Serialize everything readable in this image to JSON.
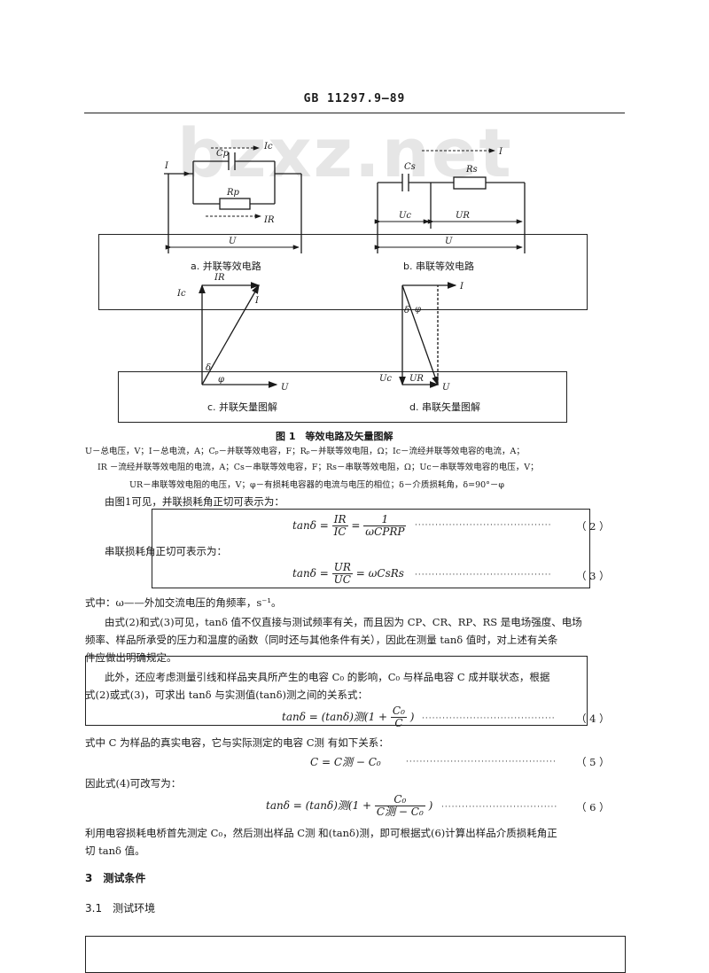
{
  "header": {
    "standard_code": "GB 11297.9—89"
  },
  "watermark": {
    "text": "bzxz.net"
  },
  "figure": {
    "labels": {
      "I": "I",
      "Ic": "Ic",
      "Cp": "Cp",
      "Rp": "Rp",
      "IR": "IR",
      "U": "U",
      "Cs": "Cs",
      "Rs": "Rs",
      "Uc": "Uc",
      "UR": "UR",
      "phi": "φ",
      "delta": "δ"
    },
    "sub_captions": {
      "a": "a. 并联等效电路",
      "b": "b. 串联等效电路",
      "c": "c. 并联矢量图解",
      "d": "d. 串联矢量图解"
    },
    "caption": "图 1　等效电路及矢量图解",
    "notes": [
      "U－总电压，V；I－总电流，A；Cₚ－并联等效电容，F；Rₚ－并联等效电阻，Ω；Ic－流经并联等效电容的电流，A；",
      "IR －流经并联等效电阻的电流，A；Cs－串联等效电容，F；Rs－串联等效电阻，Ω；Uc－串联等效电容的电压，V；",
      "UR－串联等效电阻的电压，V；φ－有损耗电容器的电流与电压的相位；δ－介质损耗角，δ=90°－φ"
    ]
  },
  "body": {
    "p1": "由图1可见，并联损耗角正切可表示为：",
    "eq2": {
      "lhs": "tanδ =",
      "num1": "IR",
      "den1": "IC",
      "mid": "=",
      "num2": "1",
      "den2": "ωCPRP",
      "no": "（ 2 ）"
    },
    "p2": "串联损耗角正切可表示为：",
    "eq3": {
      "lhs": "tanδ =",
      "num1": "UR",
      "den1": "UC",
      "rhs": "= ωCsRs",
      "no": "（ 3 ）"
    },
    "p3": "式中：ω——外加交流电压的角频率，s⁻¹。",
    "p4_lines": [
      "由式(2)和式(3)可见，tanδ 值不仅直接与测试频率有关，而且因为 CP、CR、RP、RS 是电场强度、电场",
      "频率、样品所承受的压力和温度的函数（同时还与其他条件有关），因此在测量 tanδ 值时，对上述有关条",
      "件应做出明确规定。"
    ],
    "p5_lines": [
      "此外，还应考虑测量引线和样品夹具所产生的电容 C₀ 的影响，C₀ 与样品电容 C 成并联状态，根据",
      "式(2)或式(3)，可求出 tanδ 与实测值(tanδ)测之间的关系式："
    ],
    "eq4": {
      "lhs": "tanδ = (tanδ)测(1 +",
      "num": "C₀",
      "den": "C",
      "close": ")",
      "no": "（ 4 ）"
    },
    "p6": "式中 C 为样品的真实电容，它与实际测定的电容 C测 有如下关系：",
    "eq5": {
      "text": "C = C测 − C₀",
      "no": "（ 5 ）"
    },
    "p7": "因此式(4)可改写为：",
    "eq6": {
      "lhs": "tanδ = (tanδ)测(1 +",
      "num": "C₀",
      "den": "C测 − C₀",
      "close": ")",
      "no": "（ 6 ）"
    },
    "p8_lines": [
      "利用电容损耗电桥首先测定 C₀，然后测出样品 C测 和(tanδ)测，即可根据式(6)计算出样品介质损耗角正",
      "切 tanδ 值。"
    ],
    "sec3": "3　测试条件",
    "sec31": "3.1　测试环境"
  }
}
